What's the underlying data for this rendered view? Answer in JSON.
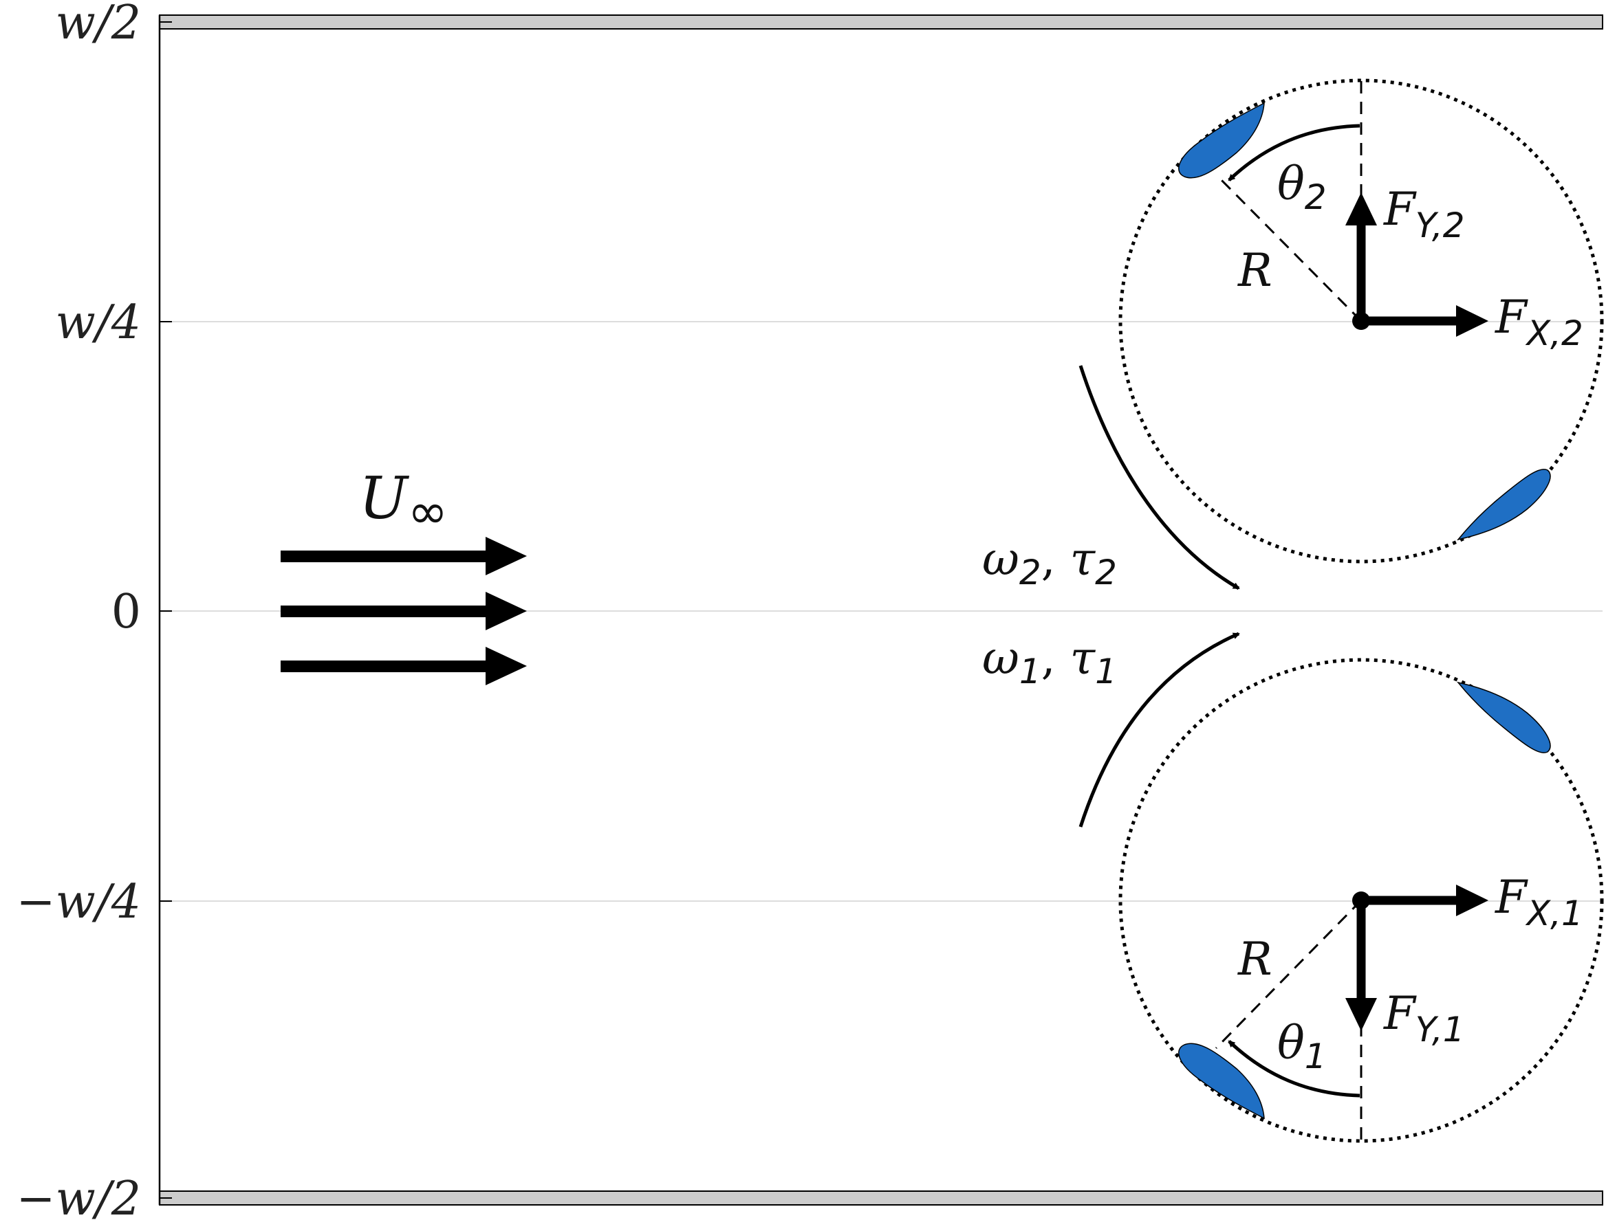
{
  "axis": {
    "ticks": [
      {
        "label": "w/2",
        "y": 0.5
      },
      {
        "label": "w/4",
        "y": 0.25
      },
      {
        "label": "0",
        "y": 0
      },
      {
        "label": "−w/4",
        "y": -0.25
      },
      {
        "label": "−w/2",
        "y": -0.5
      }
    ]
  },
  "labels": {
    "freestream": {
      "main": "U",
      "sub": "∞"
    },
    "turbine2": {
      "rotation": {
        "omega": "ω",
        "omega_sub": "2",
        "sep": ", ",
        "tau": "τ",
        "tau_sub": "2"
      },
      "fx": {
        "main": "F",
        "sub": "X,2"
      },
      "fy": {
        "main": "F",
        "sub": "Y,2"
      },
      "theta": {
        "main": "θ",
        "sub": "2"
      },
      "radius": "R"
    },
    "turbine1": {
      "rotation": {
        "omega": "ω",
        "omega_sub": "1",
        "sep": ", ",
        "tau": "τ",
        "tau_sub": "1"
      },
      "fx": {
        "main": "F",
        "sub": "X,1"
      },
      "fy": {
        "main": "F",
        "sub": "Y,1"
      },
      "theta": {
        "main": "θ",
        "sub": "1"
      },
      "radius": "R"
    }
  },
  "colors": {
    "blade": "#1f6fc4",
    "wall": "#cccccc",
    "grid": "#dddddd",
    "ink": "#000000"
  }
}
